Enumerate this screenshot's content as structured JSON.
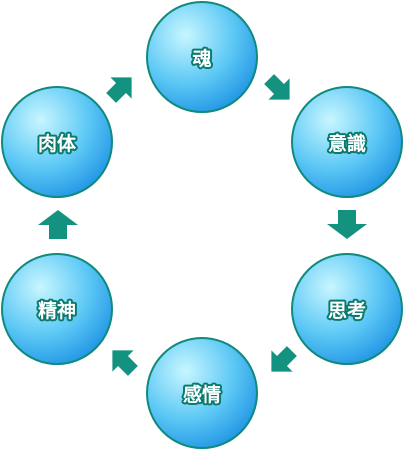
{
  "colors": {
    "node_fill_light": "#bff2ff",
    "node_fill_dark": "#1a9be8",
    "node_outline": "#0f8a7c",
    "arrow": "#13927f",
    "label_outline": "#0a7a6e"
  },
  "cycle": {
    "direction": "clockwise",
    "nodes": [
      {
        "id": "soul",
        "label": "魂"
      },
      {
        "id": "intention",
        "label": "意識"
      },
      {
        "id": "thought",
        "label": "思考"
      },
      {
        "id": "emotion",
        "label": "感情"
      },
      {
        "id": "spirit",
        "label": "精神"
      },
      {
        "id": "body",
        "label": "肉体"
      }
    ]
  }
}
